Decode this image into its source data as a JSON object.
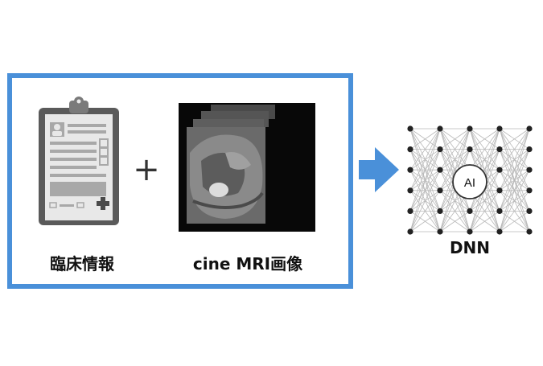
{
  "inputs": {
    "clinical_label": "臨床情報",
    "plus_symbol": "+",
    "mri_label": "cine MRI画像"
  },
  "model": {
    "name": "DNN",
    "center_node_text": "AI",
    "layer_sizes": [
      6,
      6,
      6,
      6,
      6
    ]
  },
  "colors": {
    "frame_border": "#4a90d9",
    "arrow": "#4a90d9",
    "clipboard_board": "#5a5a5a",
    "paper": "#e8e8e8",
    "neuron": "#222222",
    "connection": "#b8b8b8"
  }
}
